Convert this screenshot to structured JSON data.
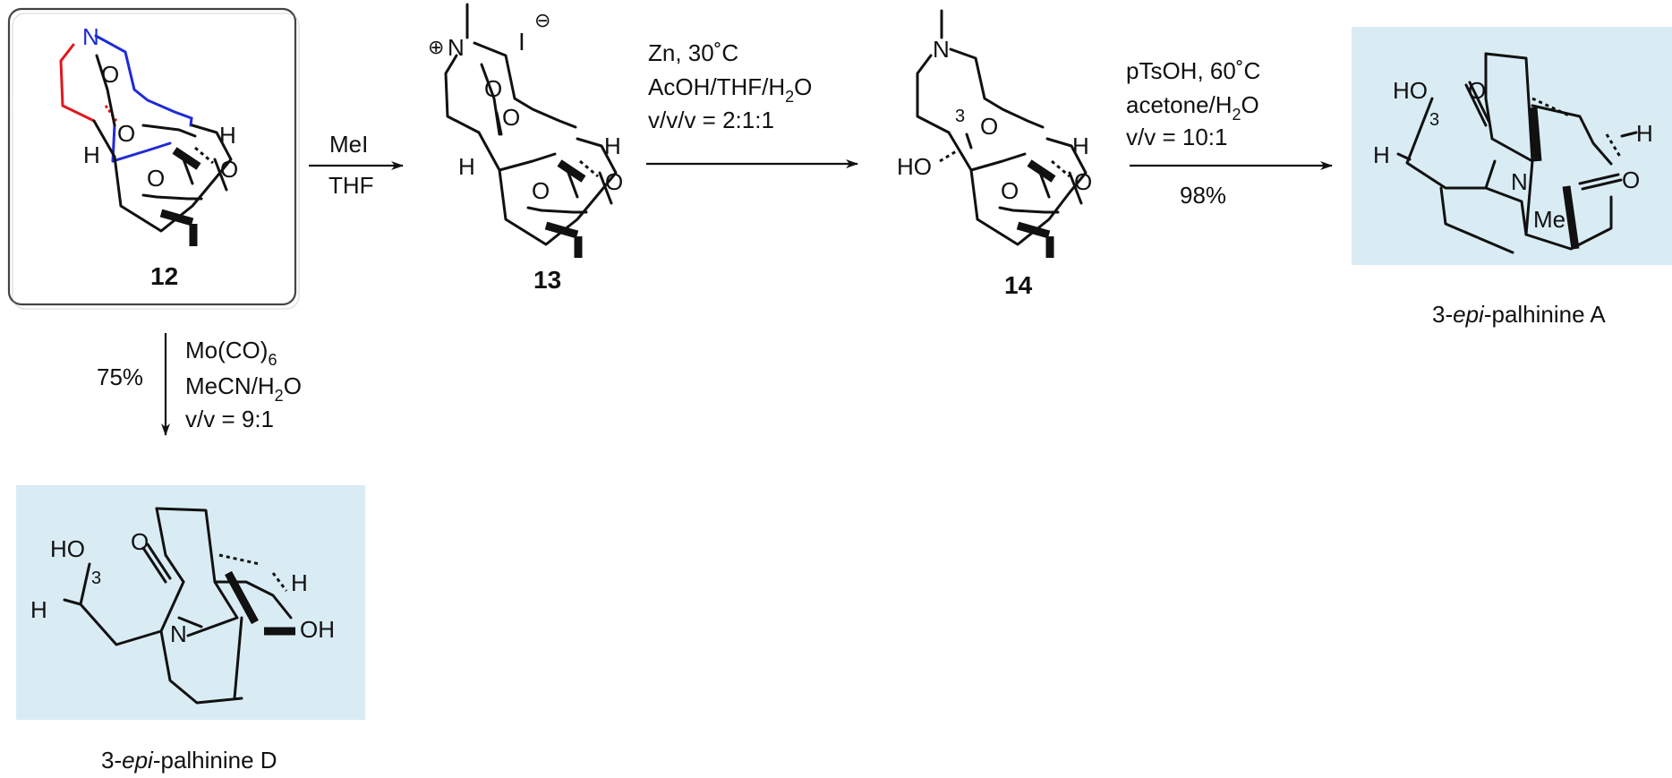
{
  "compounds": {
    "c12": {
      "label": "12"
    },
    "c13": {
      "label": "13",
      "counterion": "I",
      "charge_plus": "⊕",
      "charge_minus": "⊖"
    },
    "c14": {
      "label": "14",
      "locant": "3"
    },
    "epiA": {
      "name_prefix": "3-",
      "name_italic": "epi",
      "name_suffix": "-palhinine A",
      "locant": "3",
      "me": "Me"
    },
    "epiD": {
      "name_prefix": "3-",
      "name_italic": "epi",
      "name_suffix": "-palhinine D",
      "locant": "3"
    }
  },
  "atoms": {
    "N": "N",
    "O": "O",
    "H": "H",
    "HO": "HO",
    "OH": "OH"
  },
  "steps": {
    "s1": {
      "line1": "MeI",
      "line2": "THF"
    },
    "s2": {
      "line1": "Zn, 30˚C",
      "line2": "AcOH/THF/H",
      "line2_sub": "2",
      "line2_end": "O",
      "line3": "v/v/v = 2:1:1"
    },
    "s3": {
      "line1": "pTsOH, 60˚C",
      "line2": "acetone/H",
      "line2_sub": "2",
      "line2_end": "O",
      "line3": "v/v =  10:1",
      "yield": "98%"
    },
    "s4": {
      "line1": "Mo(CO)",
      "line1_sub": "6",
      "line2": "MeCN/H",
      "line2_sub": "2",
      "line2_end": "O",
      "line3": "v/v = 9:1",
      "yield": "75%"
    }
  },
  "colors": {
    "highlight_bg": "#d9ecf4",
    "blue_bonds": "#1f2bd6",
    "red_bonds": "#e0181b",
    "box_border": "#444444"
  }
}
